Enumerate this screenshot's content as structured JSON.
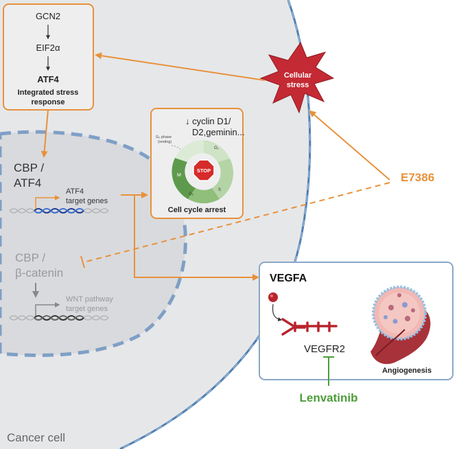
{
  "pathway": {
    "gcn2": "GCN2",
    "eif2a": "EIF2α",
    "atf4": "ATF4",
    "isr_line1": "Integrated stress",
    "isr_line2": "response"
  },
  "stress": {
    "line1": "Cellular",
    "line2": "stress"
  },
  "drug_e7386": "E7386",
  "nucleus": {
    "cbp_atf4_line1": "CBP /",
    "cbp_atf4_line2": "ATF4",
    "atf4_targets_line1": "ATF4",
    "atf4_targets_line2": "target genes",
    "cbp_bcat_line1": "CBP /",
    "cbp_bcat_line2": "β-catenin",
    "wnt_line1": "WNT pathway",
    "wnt_line2": "target genes"
  },
  "cell_cycle": {
    "cyclin_line1": "↓  cyclin D1/",
    "cyclin_line2": "D2,geminin...",
    "g0_line1": "G₀ phase",
    "g0_line2": "(resting)",
    "g1": "G₁",
    "s": "S",
    "g2": "G₂",
    "m": "M",
    "stop": "STOP",
    "title": "Cell cycle arrest"
  },
  "vegf": {
    "vegfa": "VEGFA",
    "vegfr2": "VEGFR2",
    "angiogenesis": "Angiogenesis"
  },
  "drug_lenvatinib": "Lenvatinib",
  "cell_label": "Cancer cell",
  "colors": {
    "orange": "#e8913a",
    "green": "#4b9e3a",
    "star": "#c42a33",
    "cell_fill": "#e6e7e9",
    "membrane": "#4f7fb3",
    "box_border": "#8aa6c8",
    "nucleus_fill": "#d9dadd",
    "nucleus_border": "#7f9fc6"
  }
}
